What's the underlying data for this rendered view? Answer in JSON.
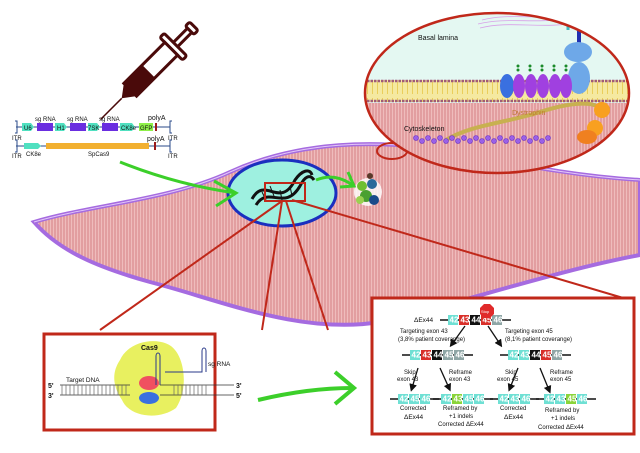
{
  "vectors": {
    "vector1": {
      "elements": [
        "U6",
        "H1",
        "7SK",
        "CK8e",
        "GFP"
      ],
      "sg_rna_labels": [
        "sg RNA",
        "sg RNA",
        "sg RNA"
      ],
      "polyA": "polyA",
      "itr_left": "ITR",
      "itr_right": "ITR"
    },
    "vector2": {
      "promoter": "CK8e",
      "gene": "SpCas9",
      "polyA": "polyA",
      "itr_left": "ITR",
      "itr_right": "ITR"
    }
  },
  "membrane_inset": {
    "basal_lamina": "Basal lamina",
    "dystrophin": "Dystrophin",
    "cytoskeleton": "Cytoskeleton"
  },
  "cas9_inset": {
    "title": "Cas9",
    "sg_rna": "sg RNA",
    "target_dna": "Target DNA",
    "five_prime_top": "5'",
    "three_prime_bottom": "3'",
    "three_prime_top": "3'",
    "five_prime_right": "5'"
  },
  "exon_inset": {
    "delta_label": "ΔEx44",
    "stop_label": "Stop",
    "top_exons": [
      "42",
      "43",
      "44",
      "45",
      "46"
    ],
    "left_branch": {
      "title": "Targeting exon 43",
      "coverage": "(3,8% patient coverange)",
      "exons": [
        "42",
        "43",
        "44",
        "45",
        "46"
      ],
      "skip_label1": "Skip",
      "skip_label2": "exon 43",
      "reframe_label1": "Reframe",
      "reframe_label2": "exon 43",
      "result_skip_exons": [
        "42",
        "45",
        "46"
      ],
      "result_reframe_exons": [
        "42",
        "43",
        "45",
        "46"
      ],
      "corrected": "Corrected",
      "corrected_delta": "ΔEx44",
      "reframed1": "Reframed by",
      "reframed2": "+1 indels",
      "reframed3": "Corrected ΔEx44"
    },
    "right_branch": {
      "title": "Targeting exon 45",
      "coverage": "(8,1% patient coverange)",
      "exons": [
        "42",
        "43",
        "44",
        "45",
        "46"
      ],
      "skip_label1": "Skip",
      "skip_label2": "exon 45",
      "reframe_label1": "Reframe",
      "reframe_label2": "exon 45",
      "result_skip_exons": [
        "42",
        "43",
        "46"
      ],
      "result_reframe_exons": [
        "42",
        "43",
        "45",
        "46"
      ],
      "corrected": "Corrected",
      "corrected_delta": "ΔEx44",
      "reframed1": "Reframed by",
      "reframed2": "+1 indels",
      "reframed3": "Corrected ΔEx44"
    }
  },
  "colors": {
    "frame_red": "#c0281a",
    "exon_cyan": "#6fe0d4",
    "exon_red": "#d9302a",
    "exon_black": "#111111",
    "exon_gray": "#8fa6a6",
    "exon_green": "#8ad43a",
    "arrow_green": "#3ccf2a",
    "cell_pink": "#e6a3a3",
    "membrane_purple": "#a56be0",
    "nucleus_fill": "#9ef0e0",
    "nucleus_border": "#1a2fbf",
    "syringe": "#4a0a0a"
  }
}
